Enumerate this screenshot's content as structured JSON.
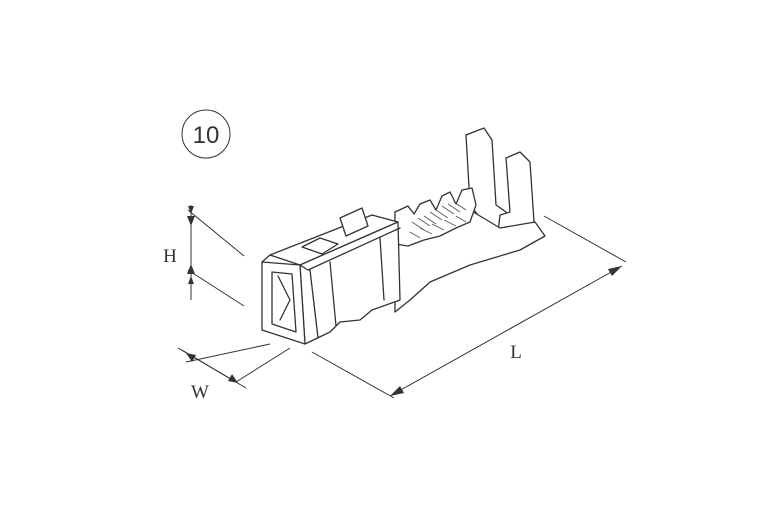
{
  "figure": {
    "item_number": "10",
    "dim_height_label": "H",
    "dim_width_label": "W",
    "dim_length_label": "L"
  }
}
